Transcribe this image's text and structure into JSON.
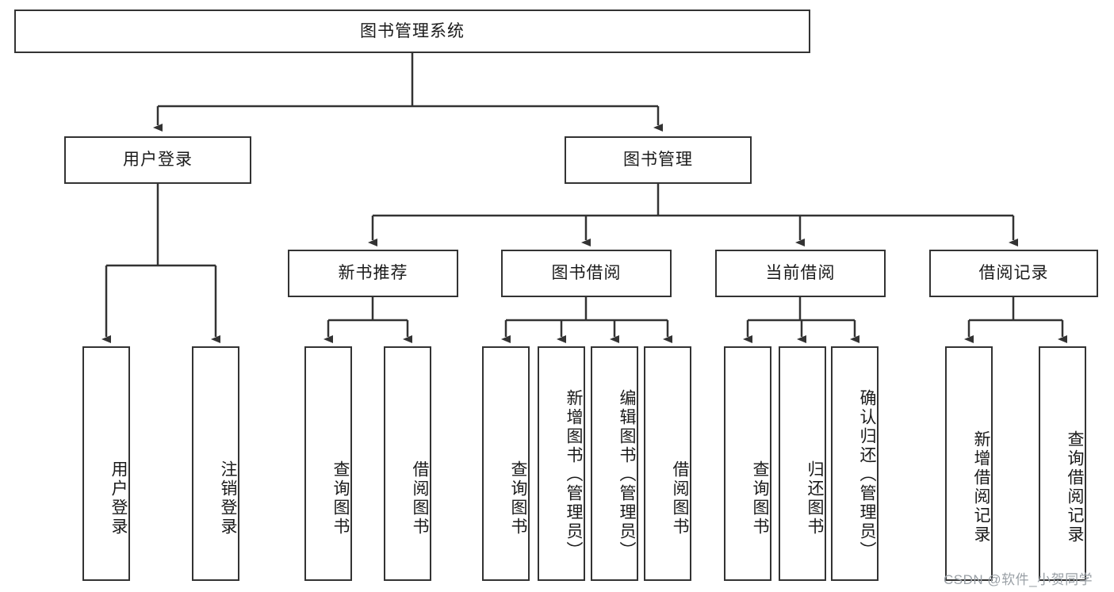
{
  "diagram": {
    "type": "hierarchy-tree",
    "title": "图书管理系统",
    "levels": 4,
    "root": {
      "id": "root",
      "label": "图书管理系统"
    },
    "level2": [
      {
        "id": "user-login",
        "label": "用户登录"
      },
      {
        "id": "book-management",
        "label": "图书管理"
      }
    ],
    "level3": [
      {
        "id": "new-book-recommend",
        "label": "新书推荐",
        "parent": "book-management"
      },
      {
        "id": "book-borrow",
        "label": "图书借阅",
        "parent": "book-management"
      },
      {
        "id": "current-borrow",
        "label": "当前借阅",
        "parent": "book-management"
      },
      {
        "id": "borrow-record",
        "label": "借阅记录",
        "parent": "book-management"
      }
    ],
    "leaves": {
      "user_login": [
        {
          "id": "leaf-user-login",
          "label": "用户登录"
        },
        {
          "id": "leaf-logout",
          "label": "注销登录"
        }
      ],
      "new_book_recommend": [
        {
          "id": "leaf-query-book-1",
          "label": "查询图书"
        },
        {
          "id": "leaf-borrow-book-1",
          "label": "借阅图书"
        }
      ],
      "book_borrow": [
        {
          "id": "leaf-query-book-2",
          "label": "查询图书"
        },
        {
          "id": "leaf-add-book",
          "label": "新增图书（管理员）"
        },
        {
          "id": "leaf-edit-book",
          "label": "编辑图书（管理员）"
        },
        {
          "id": "leaf-borrow-book-2",
          "label": "借阅图书"
        }
      ],
      "current_borrow": [
        {
          "id": "leaf-query-book-3",
          "label": "查询图书"
        },
        {
          "id": "leaf-return-book",
          "label": "归还图书"
        },
        {
          "id": "leaf-confirm-return",
          "label": "确认归还（管理员）"
        }
      ],
      "borrow_record": [
        {
          "id": "leaf-add-record",
          "label": "新增借阅记录"
        },
        {
          "id": "leaf-query-record",
          "label": "查询借阅记录"
        }
      ]
    }
  },
  "watermark": {
    "text": "CSDN @软件_小贺同学"
  },
  "colors": {
    "stroke": "#333333",
    "box_fill": "#ffffff",
    "text": "#1a1a1a",
    "watermark": "#9aa0a6",
    "background": "#ffffff"
  }
}
